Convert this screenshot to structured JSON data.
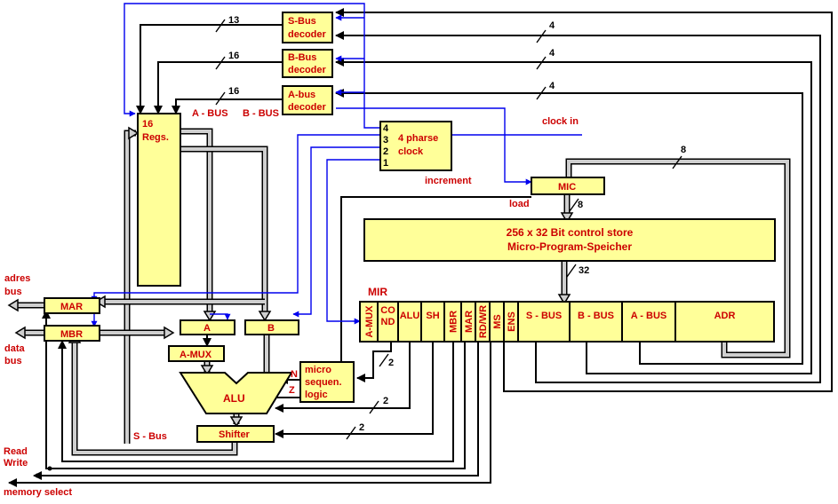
{
  "decoders": {
    "s": [
      "S-Bus",
      "decoder"
    ],
    "b": [
      "B-Bus",
      "decoder"
    ],
    "a": [
      "A-bus",
      "decoder"
    ]
  },
  "registers": [
    "16",
    "Regs."
  ],
  "bus_labels": {
    "a_bus": "A - BUS",
    "b_bus": "B - BUS",
    "s_bus": "S - Bus"
  },
  "clock": {
    "title": [
      "4 pharse",
      "clock"
    ],
    "phases": [
      "4",
      "3",
      "2",
      "1"
    ],
    "input": "clock in"
  },
  "increment": "increment",
  "load": "load",
  "mic": "MIC",
  "control_store": [
    "256 x 32 Bit control store",
    "Micro-Program-Speicher"
  ],
  "mir": {
    "label": "MIR",
    "fields": [
      {
        "name": "amux",
        "label": "A-MUX",
        "vertical": true
      },
      {
        "name": "cond",
        "label": [
          "CO",
          "ND"
        ],
        "vertical": false
      },
      {
        "name": "alu",
        "label": "ALU",
        "vertical": false
      },
      {
        "name": "sh",
        "label": "SH",
        "vertical": false
      },
      {
        "name": "mbr",
        "label": "MBR",
        "vertical": true
      },
      {
        "name": "mar",
        "label": "MAR",
        "vertical": true
      },
      {
        "name": "rdwr",
        "label": "RD/WR",
        "vertical": true
      },
      {
        "name": "ms",
        "label": "MS",
        "vertical": true
      },
      {
        "name": "ens",
        "label": "ENS",
        "vertical": true
      },
      {
        "name": "sbus",
        "label": "S - BUS",
        "vertical": false
      },
      {
        "name": "bbus",
        "label": "B - BUS",
        "vertical": false
      },
      {
        "name": "abus",
        "label": "A - BUS",
        "vertical": false
      },
      {
        "name": "adr",
        "label": "ADR",
        "vertical": false
      }
    ]
  },
  "mar": "MAR",
  "mbr": "MBR",
  "latch_a": "A",
  "latch_b": "B",
  "amux": "A-MUX",
  "alu": "ALU",
  "shifter": "Shifter",
  "micro_seq": [
    "micro",
    "sequen.",
    "logic"
  ],
  "flags": {
    "n": "N",
    "z": "Z"
  },
  "external": {
    "adres_bus": [
      "adres",
      "bus"
    ],
    "data_bus": [
      "data",
      "bus"
    ],
    "read": "Read",
    "write": "Write",
    "memory_select": "memory select"
  },
  "widths": {
    "s_dec": "13",
    "b_dec": "16",
    "a_dec": "16",
    "sbus_field": "4",
    "bbus_field": "4",
    "abus_field": "4",
    "mic_in": "8",
    "mic_out": "8",
    "store_out": "32",
    "cond": "2",
    "alu": "2",
    "sh": "2"
  },
  "colors": {
    "block_fill": "#ffff99",
    "label": "#cc0000",
    "clock_wire": "#0000ee",
    "bus_fill": "#cfcfcf"
  }
}
